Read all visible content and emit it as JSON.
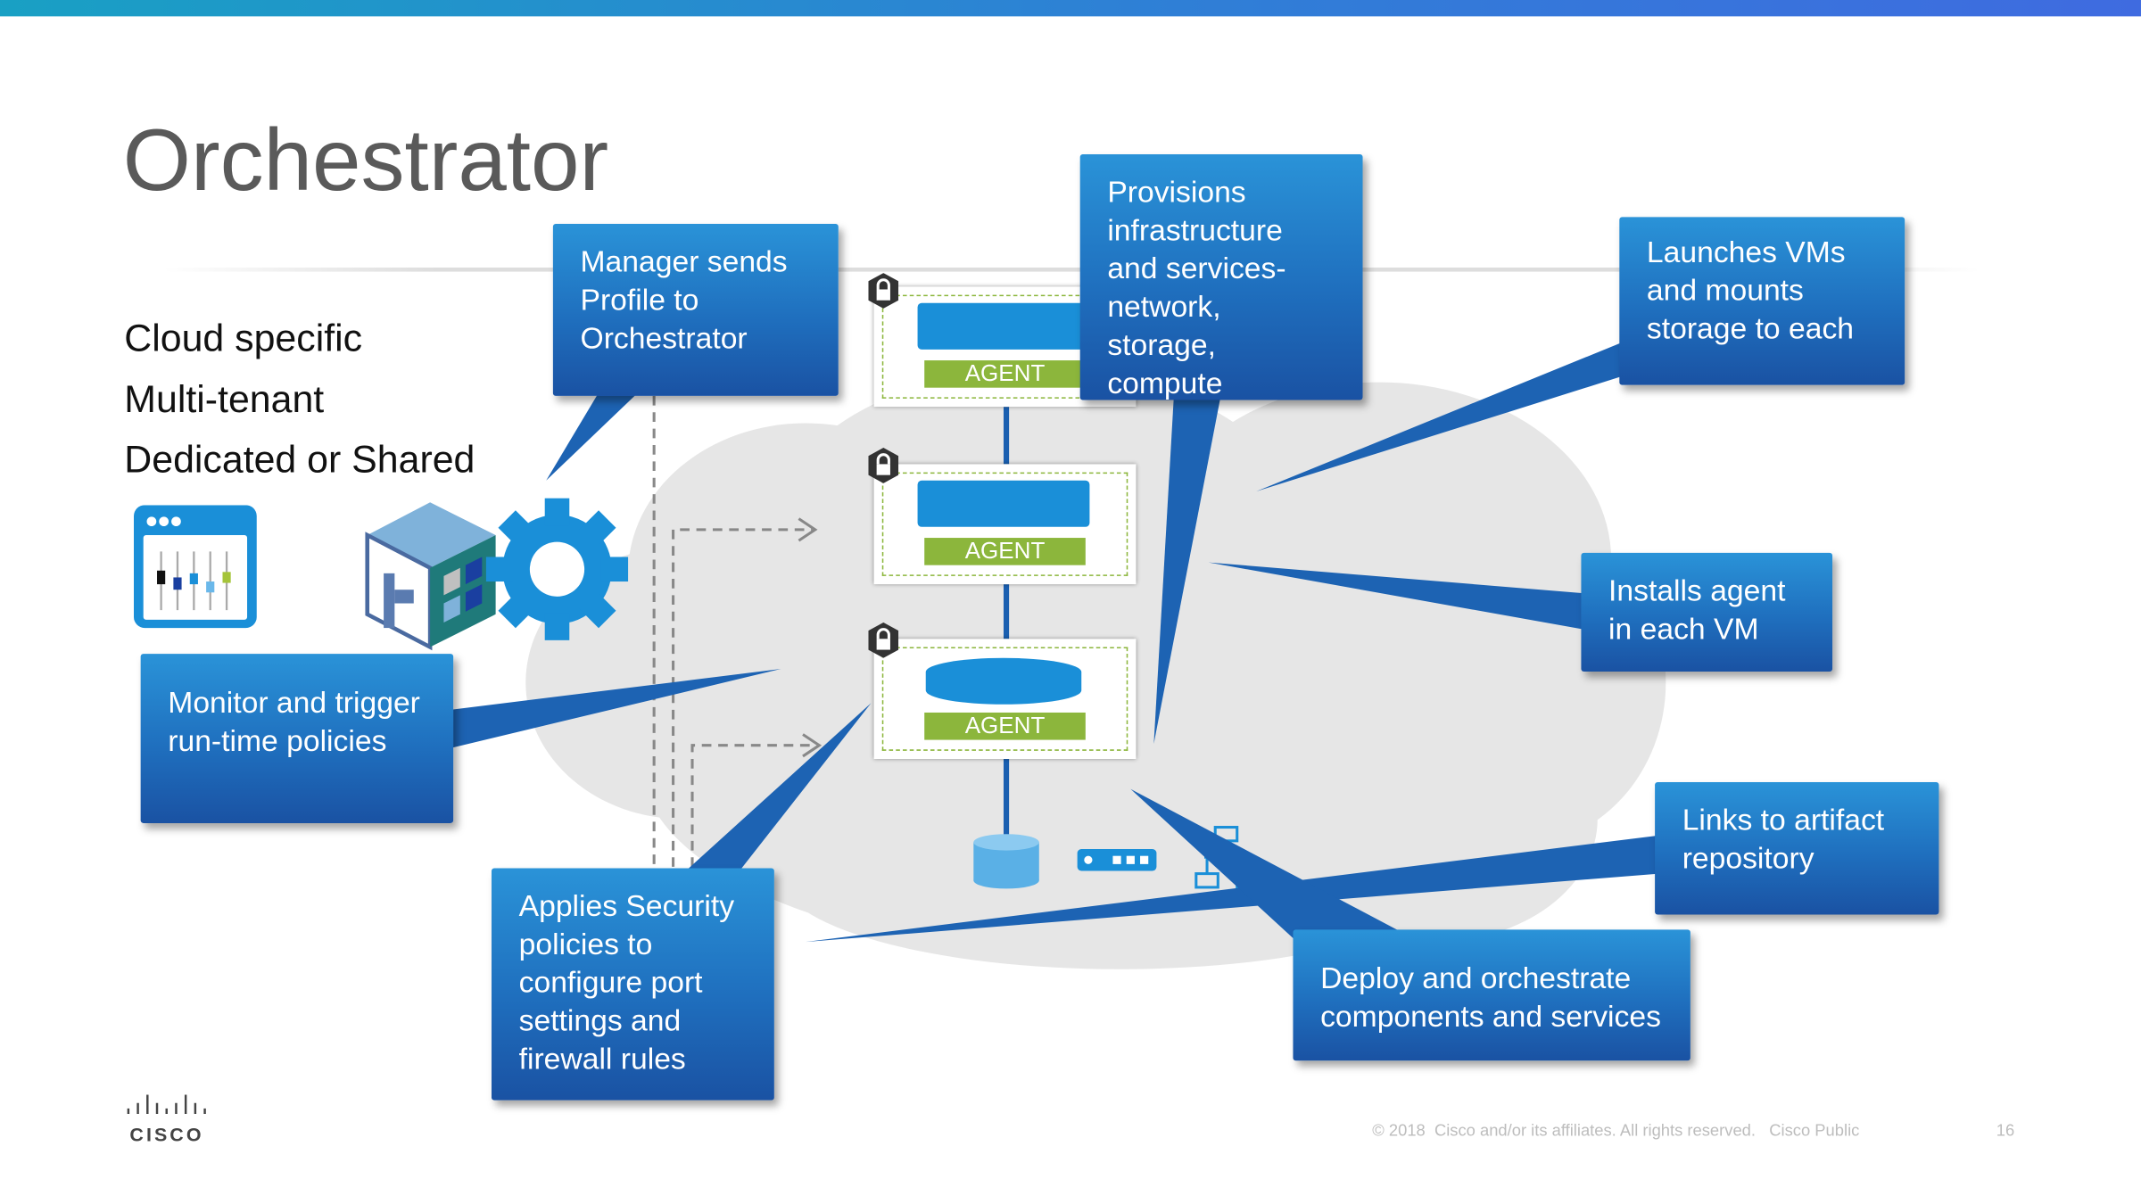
{
  "slide": {
    "title": "Orchestrator",
    "bullets": [
      "Cloud specific",
      "Multi-tenant",
      "Dedicated or Shared"
    ],
    "callouts": {
      "manager": "Manager sends Profile to Orchestrator",
      "provisions": "Provisions infrastructure and services- network, storage, compute",
      "launches": "Launches VMs and mounts storage to each",
      "installs": "Installs agent in each VM",
      "monitor": "Monitor and trigger run-time policies",
      "applies": "Applies Security policies to configure port settings and firewall rules",
      "links": "Links to artifact repository",
      "deploy": "Deploy and orchestrate components and services"
    },
    "vms": [
      {
        "agent_label": "AGENT"
      },
      {
        "agent_label": "AGENT"
      },
      {
        "agent_label": "AGENT"
      }
    ],
    "icons": [
      "dashboard-sliders-icon",
      "cube-icon",
      "gear-icon",
      "lock-icon",
      "database-icon",
      "switch-icon",
      "network-icon"
    ],
    "colors": {
      "callout": "#1f6fbe",
      "agent": "#8cb63c",
      "accent": "#1a8fd8",
      "cloud": "#e6e6e6"
    }
  },
  "footer": {
    "logo_text": "CISCO",
    "copyright": "© 2018  Cisco and/or its affiliates. All rights reserved.   Cisco Public",
    "page_number": "16"
  }
}
